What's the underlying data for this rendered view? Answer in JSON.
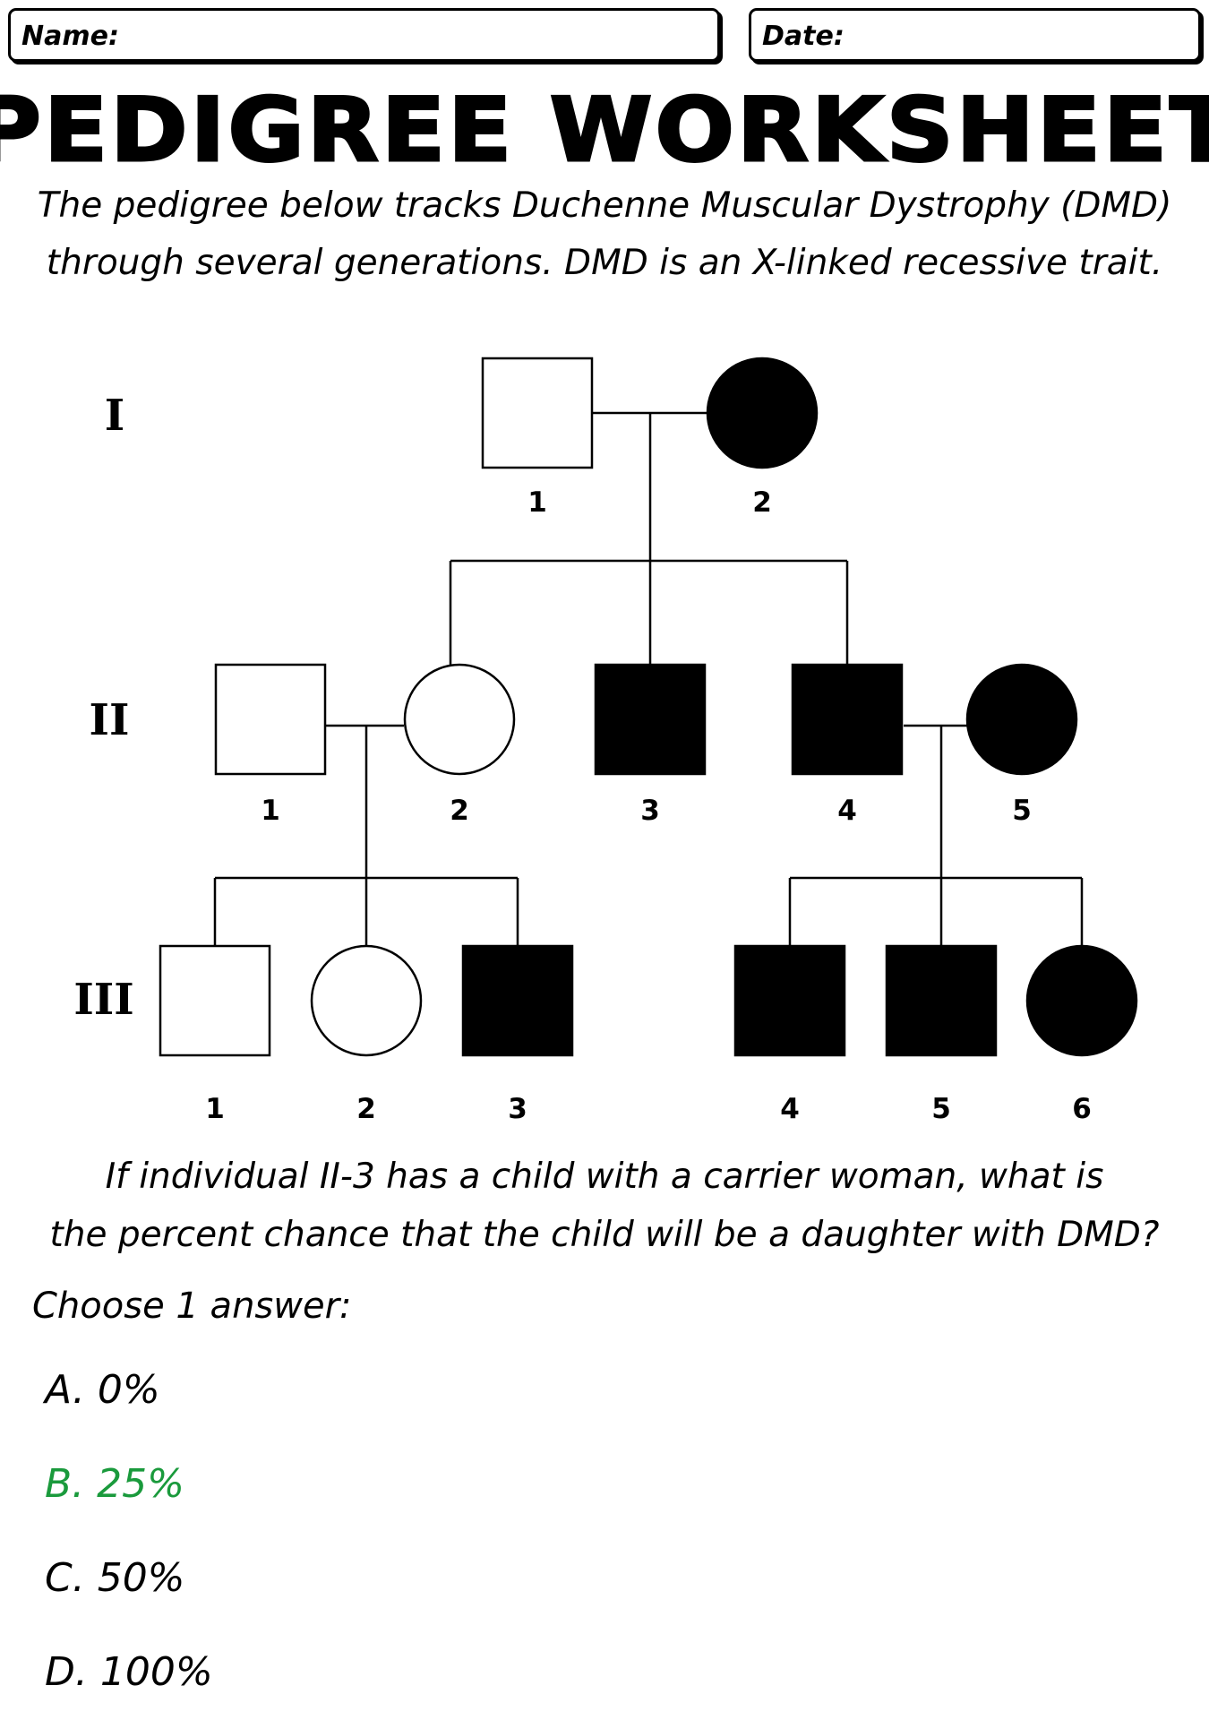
{
  "header": {
    "name_label": "Name:",
    "date_label": "Date:"
  },
  "worksheet": {
    "title": "PEDIGREE WORKSHEET",
    "intro": [
      "The pedigree below tracks Duchenne Muscular Dystrophy (DMD)",
      "through several generations. DMD is an X-linked recessive trait."
    ]
  },
  "pedigree": {
    "generations": [
      "I",
      "II",
      "III"
    ],
    "individuals": [
      {
        "gen": "I",
        "num": "1",
        "sex": "male",
        "affected": false
      },
      {
        "gen": "I",
        "num": "2",
        "sex": "female",
        "affected": true
      },
      {
        "gen": "II",
        "num": "1",
        "sex": "male",
        "affected": false
      },
      {
        "gen": "II",
        "num": "2",
        "sex": "female",
        "affected": false
      },
      {
        "gen": "II",
        "num": "3",
        "sex": "male",
        "affected": true
      },
      {
        "gen": "II",
        "num": "4",
        "sex": "male",
        "affected": true
      },
      {
        "gen": "II",
        "num": "5",
        "sex": "female",
        "affected": true
      },
      {
        "gen": "III",
        "num": "1",
        "sex": "male",
        "affected": false
      },
      {
        "gen": "III",
        "num": "2",
        "sex": "female",
        "affected": false
      },
      {
        "gen": "III",
        "num": "3",
        "sex": "male",
        "affected": true
      },
      {
        "gen": "III",
        "num": "4",
        "sex": "male",
        "affected": true
      },
      {
        "gen": "III",
        "num": "5",
        "sex": "male",
        "affected": true
      },
      {
        "gen": "III",
        "num": "6",
        "sex": "female",
        "affected": true
      }
    ]
  },
  "question": {
    "lines": [
      "If individual II-3 has a child with a carrier woman, what is",
      "the percent chance that the child will be a daughter with DMD?"
    ],
    "choose_label": "Choose 1 answer:",
    "options": [
      {
        "label": "A. 0%",
        "correct": false
      },
      {
        "label": "B. 25%",
        "correct": true
      },
      {
        "label": "C. 50%",
        "correct": false
      },
      {
        "label": "D. 100%",
        "correct": false
      }
    ],
    "correct_color": "#1a9a3c"
  }
}
